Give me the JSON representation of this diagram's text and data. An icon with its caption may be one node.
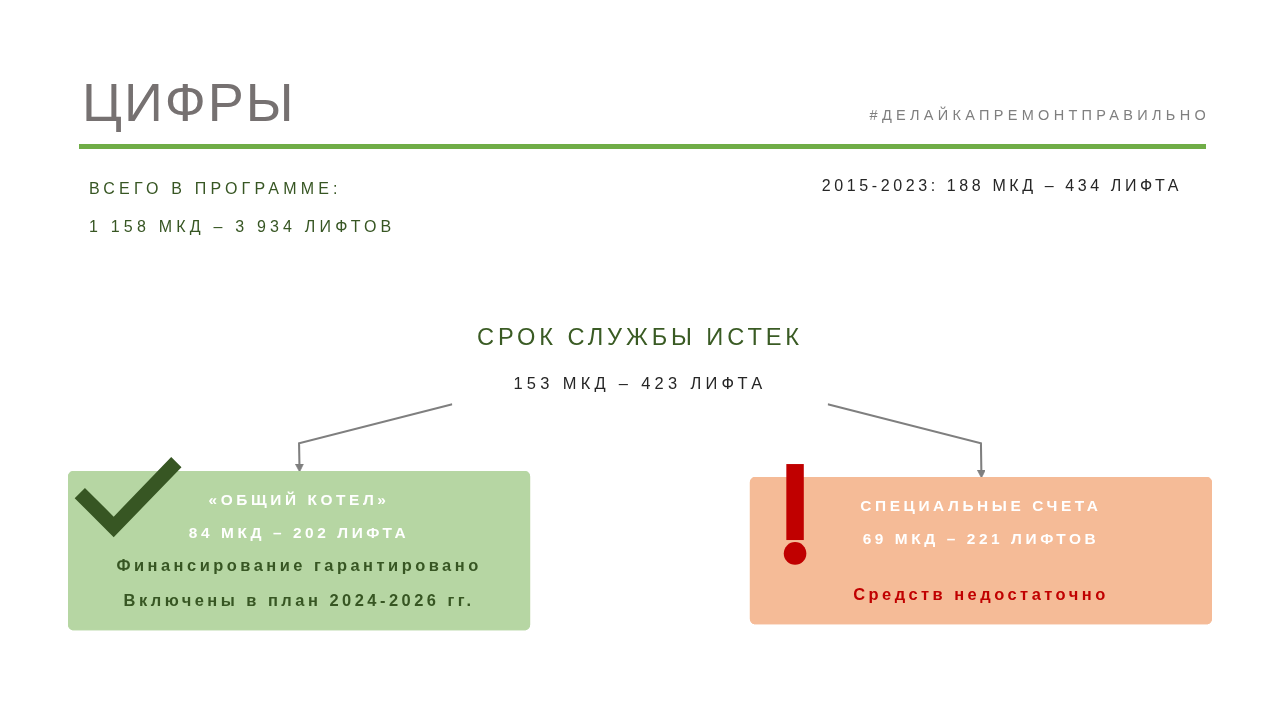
{
  "diagram": {
    "title": "ЦИФРЫ",
    "nodes": [
      {
        "text": [
          "СРОК СЛУЖБЫ ИСТЕК",
          "153 МКД – 423 ЛИФТА"
        ]
      },
      {
        "text": [
          "«ОБЩИЙ КОТЕЛ»",
          "84 МКД – 202 ЛИФТА",
          "Финансирование гарантировано",
          "Включены в план 2024-2026 гг."
        ]
      },
      {
        "text": [
          "СПЕЦИАЛЬНЫЕ СЧЕТА",
          "69 МКД – 221 ЛИФТОВ",
          "Средств недостаточно"
        ]
      }
    ],
    "edges": [
      {
        "from": 0,
        "to": 1,
        "arrow": "to"
      },
      {
        "from": 0,
        "to": 2,
        "arrow": "to"
      }
    ],
    "labels": [
      "#ДЕЛАЙКАПРЕМОНТПРАВИЛЬНО",
      "ВСЕГО В ПРОГРАММЕ:",
      "2015-2023: 188 МКД – 434 ЛИФТА",
      "1 158 МКД – 3 934 ЛИФТОВ"
    ]
  }
}
